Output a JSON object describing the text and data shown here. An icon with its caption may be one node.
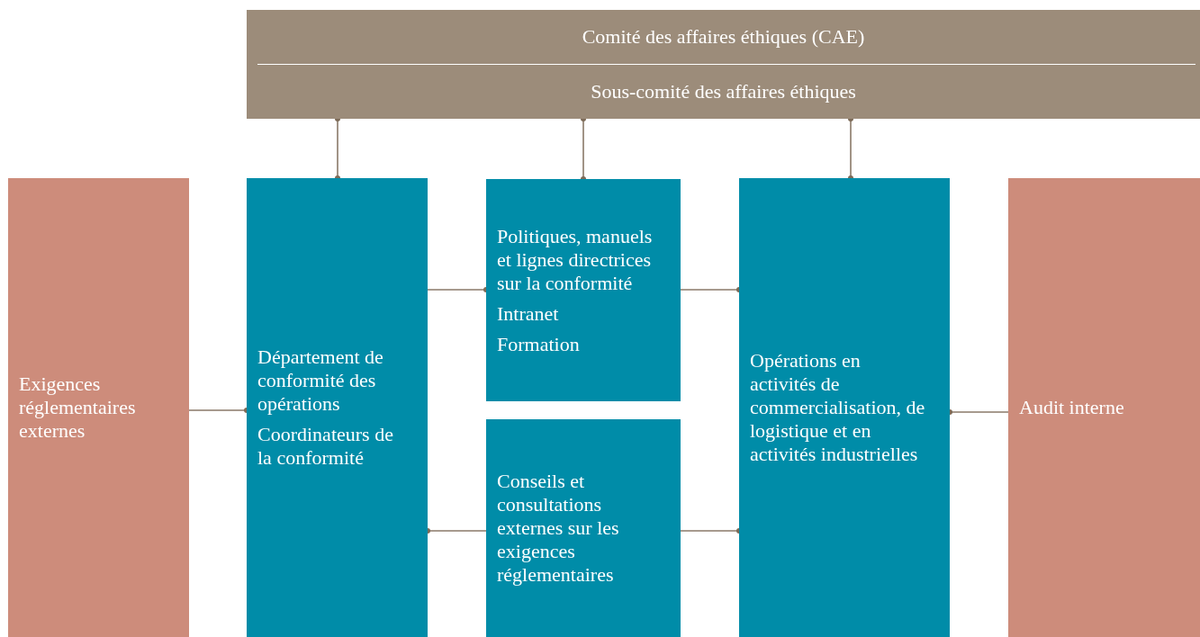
{
  "diagram": {
    "nodes": [
      {
        "text": [
          "Comité des affaires éthiques (CAE)",
          "Sous-comité des affaires éthiques"
        ]
      },
      {
        "text": [
          "Exigences réglementaires externes"
        ]
      },
      {
        "text": [
          "Département de conformité des opérations",
          "Coordinateurs de la conformité"
        ]
      },
      {
        "text": [
          "Politiques, manuels et lignes directrices sur la conformité",
          "Intranet",
          "Formation"
        ]
      },
      {
        "text": [
          "Conseils et consultations externes sur les exigences réglementaires"
        ]
      },
      {
        "text": [
          "Opérations en activités de commercialisation, de logistique et en activités industrielles"
        ]
      },
      {
        "text": [
          "Audit interne"
        ]
      }
    ],
    "edges": [
      {
        "from": 0,
        "to": 2,
        "arrow": "other"
      },
      {
        "from": 0,
        "to": 3,
        "arrow": "other"
      },
      {
        "from": 0,
        "to": 5,
        "arrow": "other"
      },
      {
        "from": 1,
        "to": 2,
        "arrow": "other"
      },
      {
        "from": 2,
        "to": 3,
        "arrow": "other"
      },
      {
        "from": 3,
        "to": 5,
        "arrow": "other"
      },
      {
        "from": 4,
        "to": 2,
        "arrow": "other"
      },
      {
        "from": 4,
        "to": 5,
        "arrow": "other"
      },
      {
        "from": 6,
        "to": 5,
        "arrow": "other"
      }
    ]
  }
}
